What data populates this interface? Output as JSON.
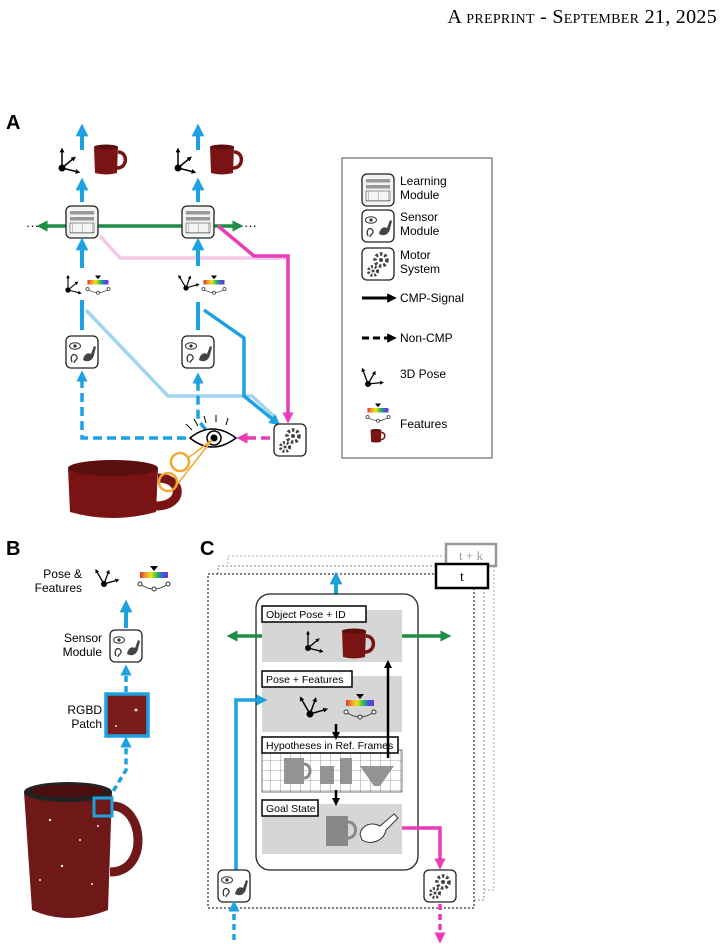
{
  "header": {
    "text": "A preprint - September 21, 2025"
  },
  "panels": {
    "a": "A",
    "b": "B",
    "c": "C"
  },
  "legend": {
    "learning_module": [
      "Learning",
      "Module"
    ],
    "sensor_module": [
      "Sensor",
      "Module"
    ],
    "motor_system": [
      "Motor",
      "System"
    ],
    "cmp_signal": "CMP-Signal",
    "non_cmp": "Non-CMP",
    "pose": "3D Pose",
    "features": "Features"
  },
  "panel_a": {
    "ellipsis_left": "···",
    "ellipsis_right": "···"
  },
  "panel_b": {
    "pose_features": [
      "Pose &",
      "Features"
    ],
    "sensor_module": [
      "Sensor",
      "Module"
    ],
    "rgbd_patch": [
      "RGBD",
      "Patch"
    ]
  },
  "panel_c": {
    "time_back": "t + k",
    "time_front": "t",
    "object_pose_id": "Object Pose + ID",
    "pose_features": "Pose + Features",
    "hypotheses": "Hypotheses in Ref. Frames",
    "goal_state": "Goal State"
  },
  "colors": {
    "blue": "#1ea1e0",
    "green": "#1e8e46",
    "magenta": "#e83cb8",
    "light_blue": "#9fd6ef",
    "light_pink": "#f6c6e6",
    "mug_red": "#7a1414",
    "orange": "#f0a830"
  }
}
